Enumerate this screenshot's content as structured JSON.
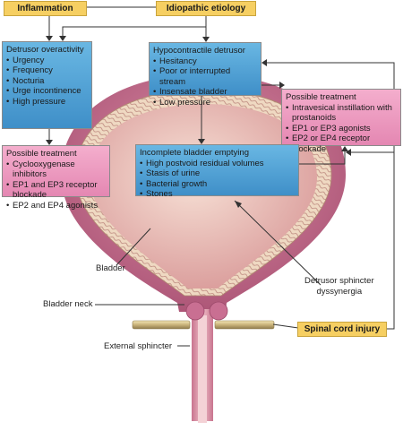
{
  "causes": {
    "inflammation": "Inflammation",
    "idiopathic": "Idiopathic etiology",
    "spinal": "Spinal cord injury"
  },
  "overactivity": {
    "title": "Detrusor overactivity",
    "items": [
      "Urgency",
      "Frequency",
      "Nocturia",
      "Urge incontinence",
      "High pressure"
    ]
  },
  "hypocontractile": {
    "title": "Hypocontractile detrusor",
    "items": [
      "Hesitancy",
      "Poor or interrupted stream",
      "Insensate bladder",
      "Low pressure"
    ]
  },
  "treatment_left": {
    "title": "Possible treatment",
    "items": [
      "Cyclooxygenase inhibitors",
      "EP1 and EP3 receptor blockade",
      "EP2 and EP4 agonists"
    ]
  },
  "treatment_right": {
    "title": "Possible treatment",
    "items": [
      "Intravesical instillation with prostanoids",
      "EP1 or EP3 agonists",
      "EP2 or EP4 receptor blockade"
    ]
  },
  "emptying": {
    "title": "Incomplete bladder emptying",
    "items": [
      "High postvoid residual volumes",
      "Stasis of urine",
      "Bacterial growth",
      "Stones"
    ]
  },
  "labels": {
    "bladder": "Bladder",
    "bladder_neck": "Bladder neck",
    "external_sphincter": "External sphincter",
    "dyssynergia_1": "Detrusor sphincter",
    "dyssynergia_2": "dyssynergia"
  },
  "colors": {
    "blue_box": "#4f9fd4",
    "pink_box": "#e896bd",
    "cause_box": "#f6cf62",
    "bladder_wall": "#c06a87",
    "bladder_interior": "#e9b9b0"
  }
}
